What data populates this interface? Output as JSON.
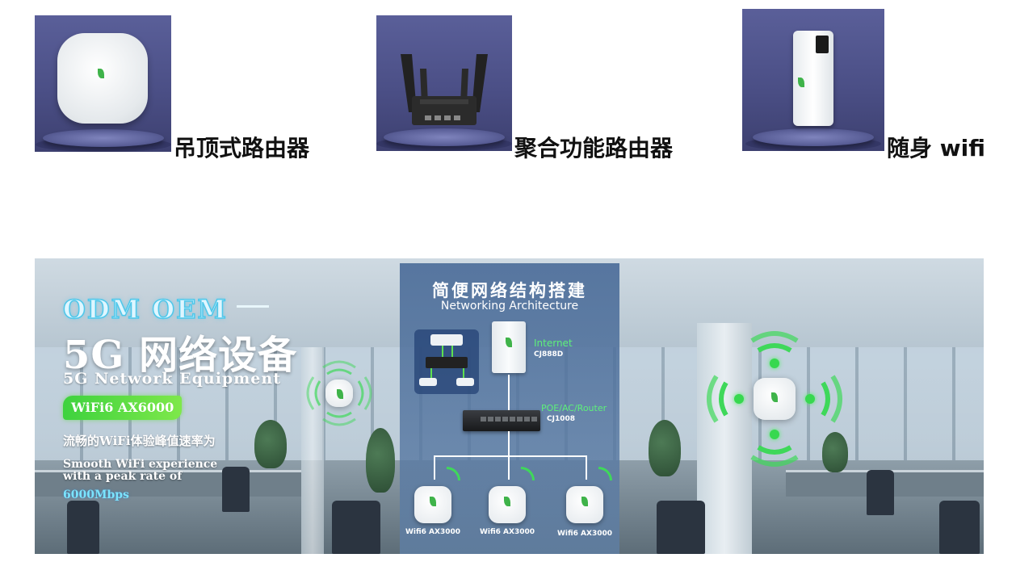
{
  "products": [
    {
      "label": "吊顶式路由器",
      "image_icon": "ceiling-router-icon"
    },
    {
      "label": "聚合功能路由器",
      "image_icon": "aggregate-router-icon"
    },
    {
      "label": "随身 wifi",
      "image_icon": "portable-wifi-icon"
    }
  ],
  "banner": {
    "odm": "ODM OEM",
    "title_cn": "5G 网络设备",
    "title_en": "5G Network Equipment",
    "badge": "WiFi6 AX6000",
    "slogan_cn": "流畅的WiFi体验峰值速率为",
    "slogan_en_line1": "Smooth WiFi experience",
    "slogan_en_line2": "with a peak rate of",
    "rate": "6000Mbps",
    "architecture": {
      "title_cn": "简便网络结构搭建",
      "title_en": "Networking Architecture",
      "internet_label": "Internet",
      "internet_model": "CJ888D",
      "poe_label": "POE/AC/Router",
      "poe_model": "CJ1008",
      "ap_labels": [
        "Wifi6 AX3000",
        "Wifi6 AX3000",
        "Wifi6 AX3000"
      ]
    },
    "accent_color": "#3fd85a"
  }
}
